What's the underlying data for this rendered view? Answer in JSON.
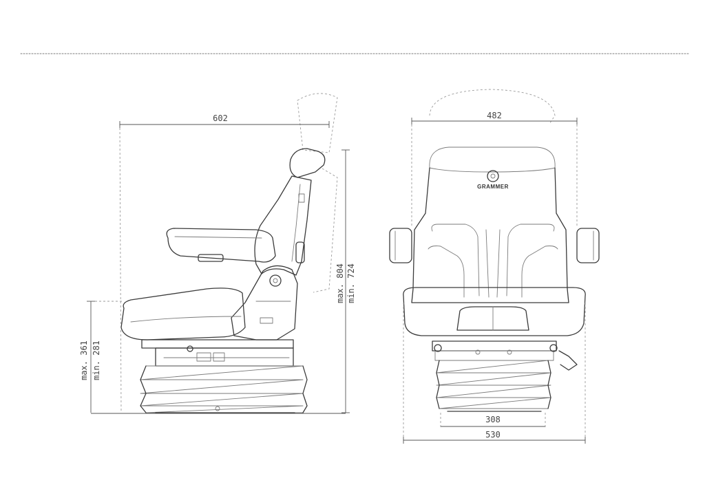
{
  "dimensions": {
    "side_width": "602",
    "side_height_max": "max. 804",
    "side_height_min": "min. 724",
    "side_base_max": "max. 361",
    "side_base_min": "min. 281",
    "front_width": "482",
    "front_base_inner": "308",
    "front_base_outer": "530"
  },
  "brand": {
    "logo_text": "GRAMMER"
  },
  "colors": {
    "line": "#3a3a3a",
    "light_line": "#7a7a7a",
    "dimension": "#555555"
  }
}
